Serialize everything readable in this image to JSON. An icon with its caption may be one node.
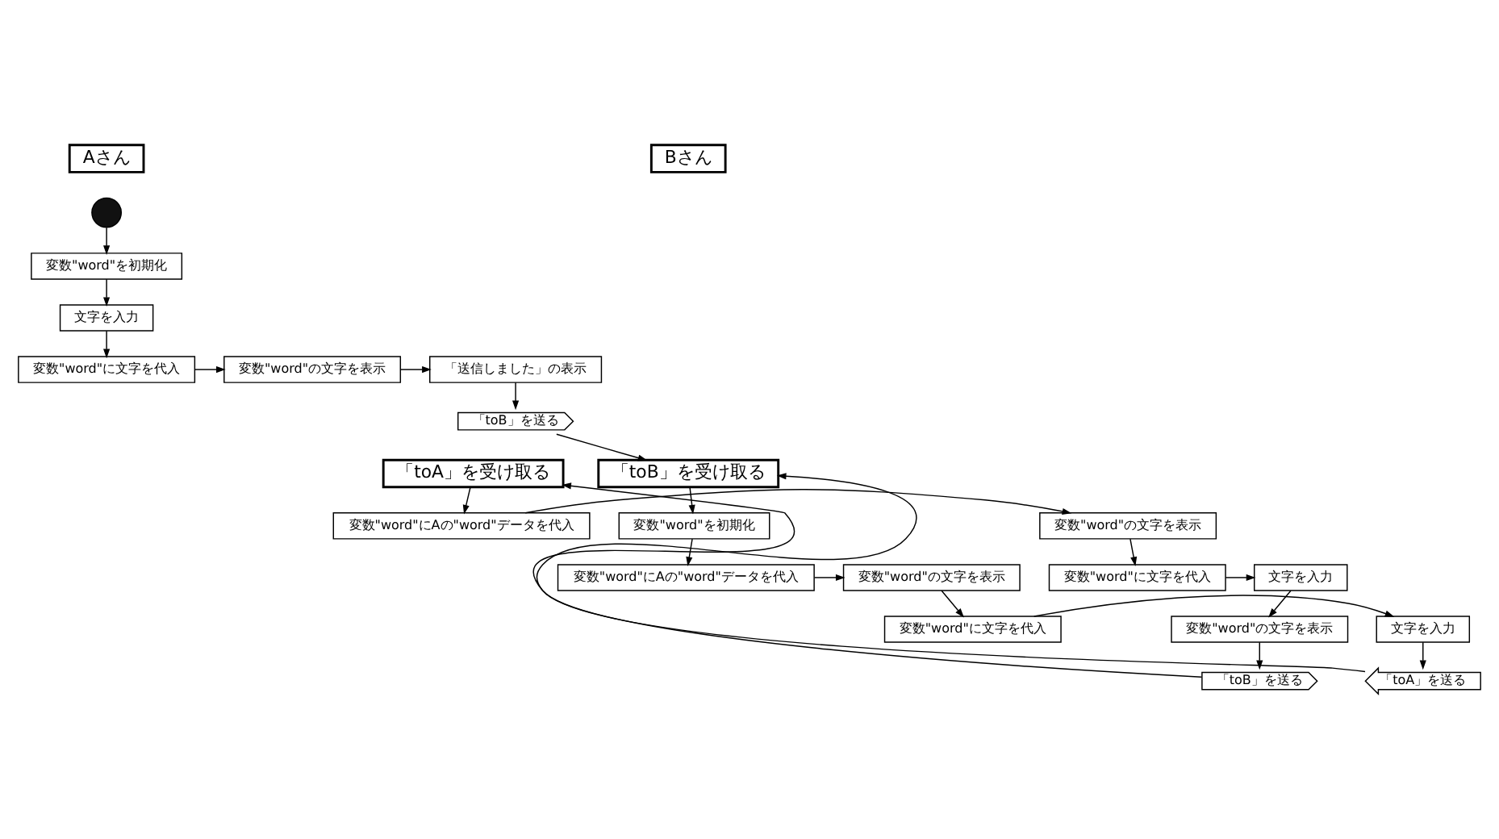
{
  "diagram": {
    "nodes": [
      {
        "text": [
          "Aさん"
        ]
      },
      {
        "text": [
          "Bさん"
        ]
      },
      {
        "text": [],
        "shape": "circle"
      },
      {
        "text": [
          "変数\"word\"を初期化"
        ]
      },
      {
        "text": [
          "文字を入力"
        ]
      },
      {
        "text": [
          "変数\"word\"に文字を代入"
        ]
      },
      {
        "text": [
          "変数\"word\"の文字を表示"
        ]
      },
      {
        "text": [
          "「送信しました」の表示"
        ]
      },
      {
        "text": [
          "「toB」を送る"
        ]
      },
      {
        "text": [
          "「toA」を受け取る"
        ]
      },
      {
        "text": [
          "変数\"word\"にAの\"word\"データを代入"
        ]
      },
      {
        "text": [
          "変数\"word\"の文字を表示"
        ]
      },
      {
        "text": [
          "変数\"word\"に文字を代入"
        ]
      },
      {
        "text": [
          "文字を入力"
        ]
      },
      {
        "text": [
          "変数\"word\"の文字を表示"
        ]
      },
      {
        "text": [
          "「toB」を送る"
        ]
      },
      {
        "text": [
          "「toB」を受け取る"
        ]
      },
      {
        "text": [
          "変数\"word\"を初期化"
        ]
      },
      {
        "text": [
          "変数\"word\"にAの\"word\"データを代入"
        ]
      },
      {
        "text": [
          "変数\"word\"の文字を表示"
        ]
      },
      {
        "text": [
          "変数\"word\"に文字を代入"
        ]
      },
      {
        "text": [
          "文字を入力"
        ]
      },
      {
        "text": [
          "「toA」を送る"
        ]
      }
    ],
    "edges": [
      {
        "from": 2,
        "to": 3,
        "arrow": "to"
      },
      {
        "from": 3,
        "to": 4,
        "arrow": "to"
      },
      {
        "from": 4,
        "to": 5,
        "arrow": "to"
      },
      {
        "from": 5,
        "to": 6,
        "arrow": "to"
      },
      {
        "from": 6,
        "to": 7,
        "arrow": "to"
      },
      {
        "from": 7,
        "to": 8,
        "arrow": "to"
      },
      {
        "from": 8,
        "to": 16,
        "arrow": "to"
      },
      {
        "from": 9,
        "to": 10,
        "arrow": "to"
      },
      {
        "from": 10,
        "to": 11,
        "arrow": "to"
      },
      {
        "from": 11,
        "to": 12,
        "arrow": "to"
      },
      {
        "from": 12,
        "to": 13,
        "arrow": "to"
      },
      {
        "from": 13,
        "to": 14,
        "arrow": "to"
      },
      {
        "from": 14,
        "to": 15,
        "arrow": "to"
      },
      {
        "from": 15,
        "to": 16,
        "arrow": "to"
      },
      {
        "from": 16,
        "to": 17,
        "arrow": "to"
      },
      {
        "from": 17,
        "to": 18,
        "arrow": "to"
      },
      {
        "from": 18,
        "to": 19,
        "arrow": "to"
      },
      {
        "from": 19,
        "to": 20,
        "arrow": "to"
      },
      {
        "from": 20,
        "to": 21,
        "arrow": "to"
      },
      {
        "from": 21,
        "to": 22,
        "arrow": "to"
      },
      {
        "from": 22,
        "to": 9,
        "arrow": "to"
      }
    ]
  }
}
